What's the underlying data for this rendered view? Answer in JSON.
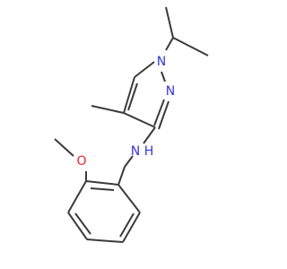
{
  "molecule": {
    "atoms": {
      "n1": {
        "label": "N",
        "color": "#3333ff"
      },
      "n2": {
        "label": "N",
        "color": "#3333ff"
      },
      "nh": {
        "label": "N",
        "color": "#3333ff"
      },
      "h": {
        "label": "H",
        "color": "#3333ff"
      },
      "o": {
        "label": "O",
        "color": "#ff2020"
      }
    },
    "bond_color": "#3a3a3a",
    "background": "#ffffff"
  }
}
